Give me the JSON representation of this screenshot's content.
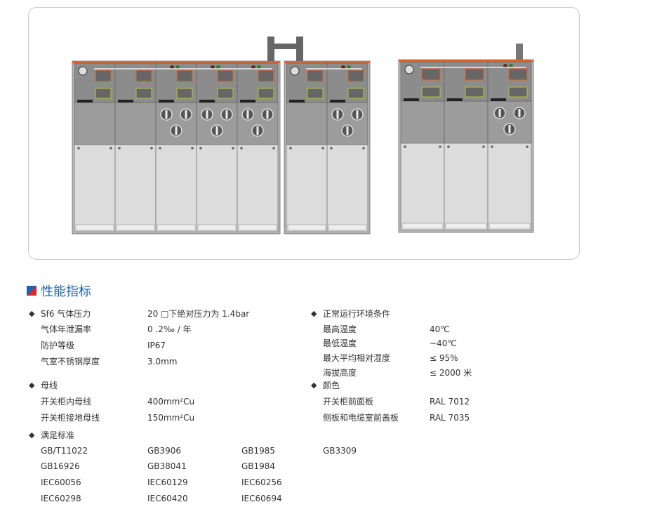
{
  "section_title": "性能指标",
  "left": {
    "sf6": {
      "title": "Sf6 气体压力",
      "value": "20 □下绝对压力为 1.4bar",
      "items": [
        {
          "label": "气体年泄漏率",
          "value": "0 .2‰ / 年"
        },
        {
          "label": "防护等级",
          "value": "IP67"
        },
        {
          "label": "气室不锈钢厚度",
          "value": "3.0mm"
        }
      ]
    },
    "busbar": {
      "title": "母线",
      "items": [
        {
          "label": "开关柜内母线",
          "value": "400mm²Cu"
        },
        {
          "label": "开关柜接地母线",
          "value": "150mm²Cu"
        }
      ]
    },
    "standards": {
      "title": "满足标准",
      "rows": [
        [
          "GB/T11022",
          "GB3906",
          "GB1985",
          "GB3309"
        ],
        [
          "GB16926",
          "GB38041",
          "GB1984"
        ],
        [
          "IEC60056",
          "IEC60129",
          "IEC60256"
        ],
        [
          "IEC60298",
          "IEC60420",
          "IEC60694"
        ]
      ]
    }
  },
  "right": {
    "env": {
      "title": "正常运行环境条件",
      "items": [
        {
          "label": "最高温度",
          "value": "40℃"
        },
        {
          "label": "最低温度",
          "value": "−40℃"
        },
        {
          "label": "最大平均相对湿度",
          "value": "≤ 95%"
        },
        {
          "label": "海拔高度",
          "value": "≤ 2000 米"
        }
      ]
    },
    "color": {
      "title": "颜色",
      "items": [
        {
          "label": "开关柜前面板",
          "value": "RAL 7012"
        },
        {
          "label": "侧板和电缆室前盖板",
          "value": "RAL 7035"
        }
      ]
    }
  },
  "colors": {
    "accent": "#1f64b4",
    "orange": "#e8642c",
    "panel_dark": "#8c8c8c",
    "panel_light": "#dcdcdc"
  }
}
